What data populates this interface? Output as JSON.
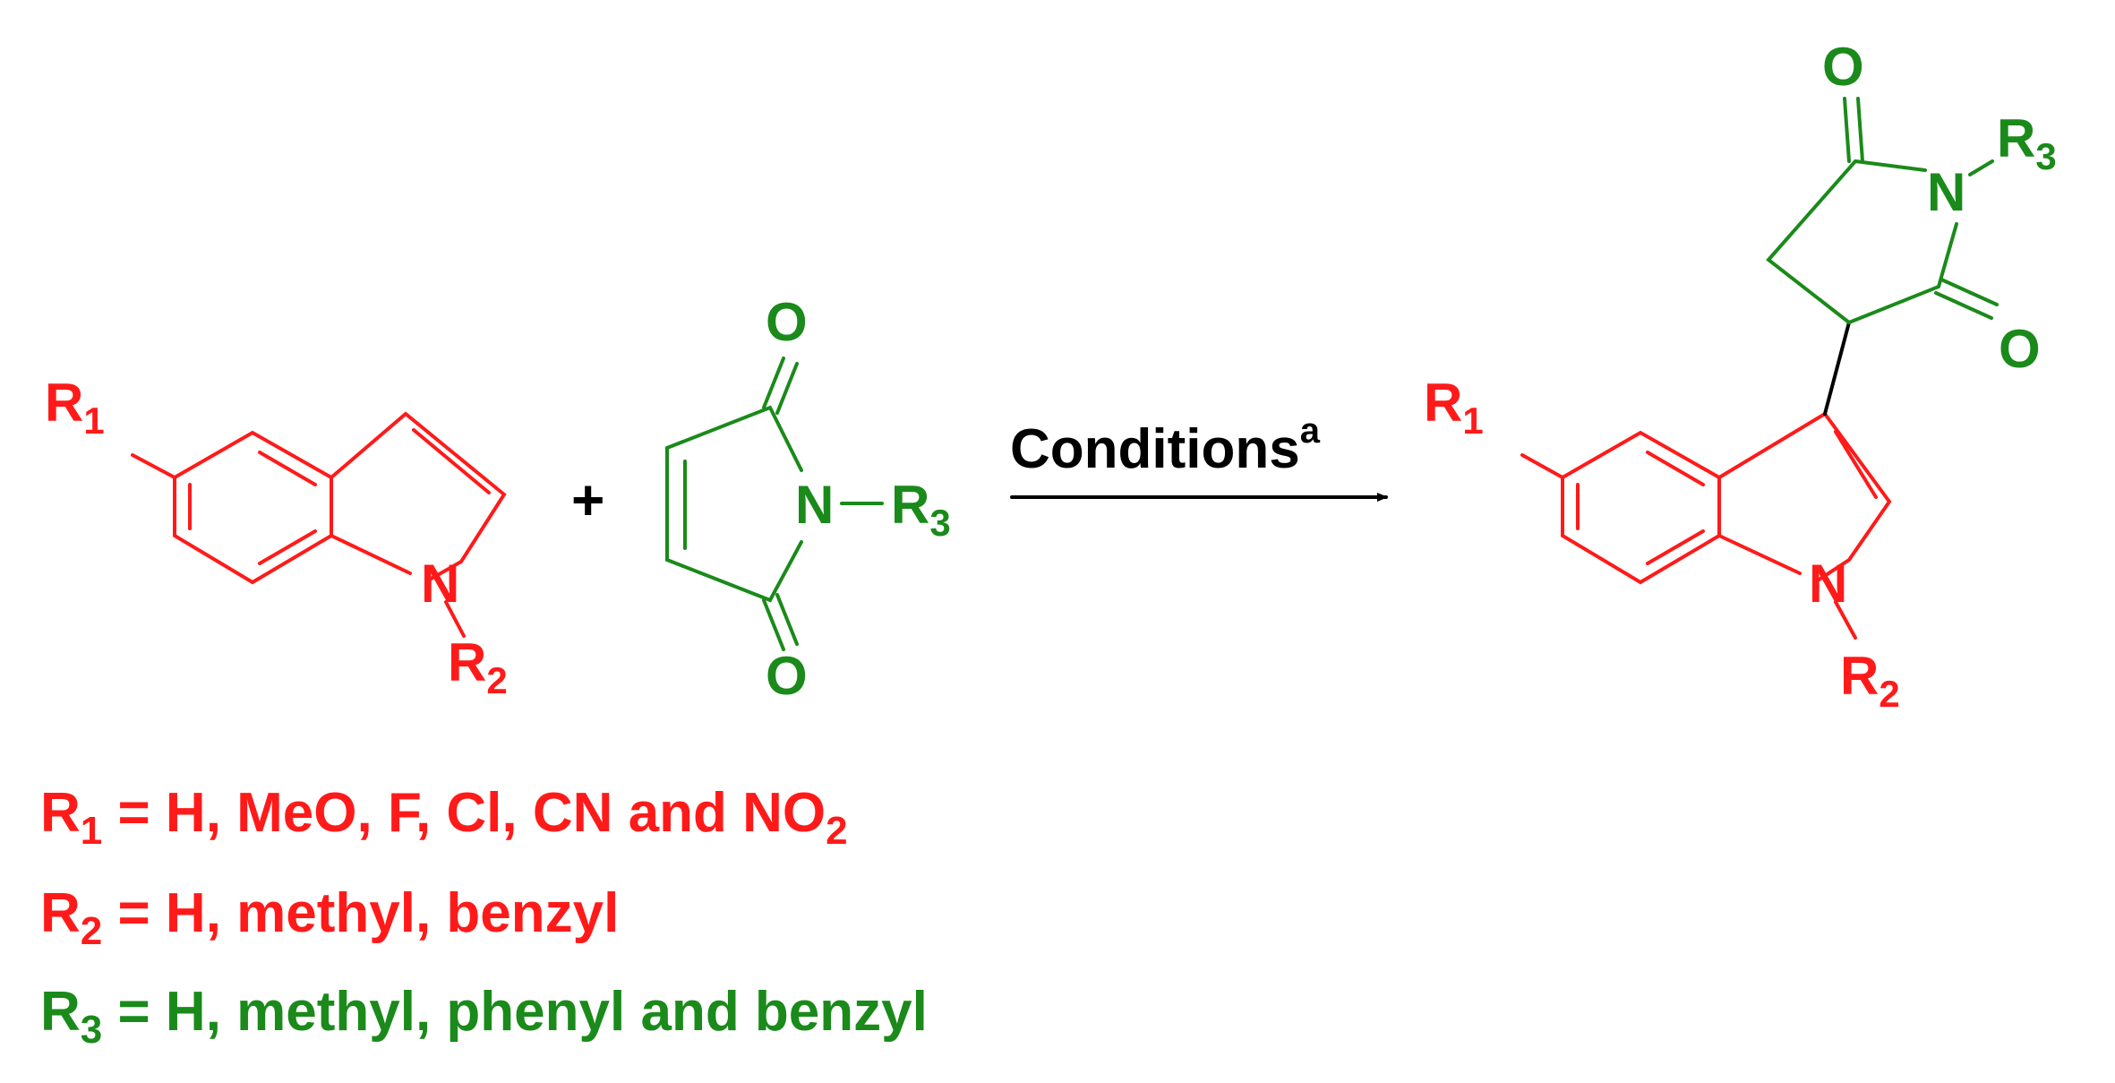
{
  "colors": {
    "indole": "#ff1a1a",
    "maleimide": "#1a8a1a",
    "arrow": "#000000"
  },
  "reactant_indole": {
    "r1": "R",
    "r1_sub": "1",
    "n": "N",
    "r2": "R",
    "r2_sub": "2"
  },
  "plus": "+",
  "reactant_maleimide": {
    "o_top": "O",
    "o_bottom": "O",
    "n": "N",
    "r3": "R",
    "r3_sub": "3"
  },
  "arrow": {
    "label": "Conditions",
    "label_sup": "a"
  },
  "product": {
    "r1": "R",
    "r1_sub": "1",
    "n_indole": "N",
    "r2": "R",
    "r2_sub": "2",
    "o_top": "O",
    "o_right": "O",
    "n_imide": "N",
    "r3": "R",
    "r3_sub": "3"
  },
  "legend": {
    "r1": {
      "r": "R",
      "sub": "1",
      "text_a": " = H, MeO, F, Cl, CN and NO",
      "text_sub": "2"
    },
    "r2": {
      "r": "R",
      "sub": "2",
      "text": " = H, methyl, benzyl"
    },
    "r3": {
      "r": "R",
      "sub": "3",
      "text": " = H, methyl, phenyl and benzyl"
    }
  }
}
